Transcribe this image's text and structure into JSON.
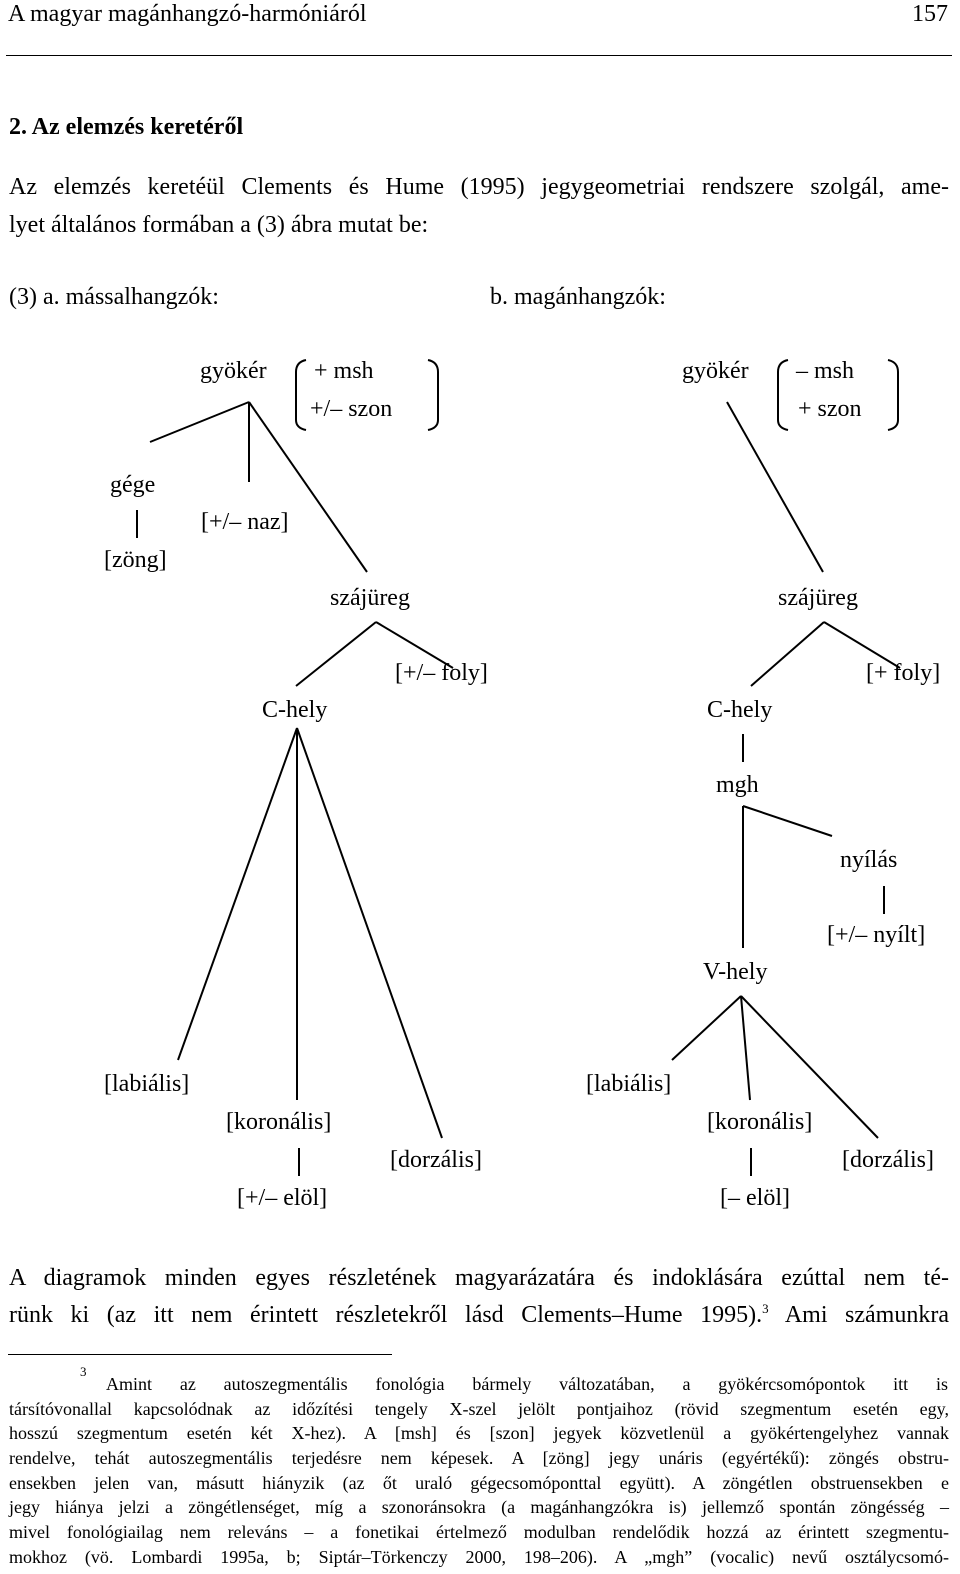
{
  "header": {
    "title": "A magyar magánhangzó-harmóniáról",
    "page_number": "157"
  },
  "section_title": "2. Az elemzés keretéről",
  "intro": {
    "line1": "Az elemzés keretéül Clements és Hume (1995) jegygeometriai rendszere szolgál, ame-",
    "line2": "lyet általános formában a (3) ábra mutat be:"
  },
  "figure": {
    "label_a": "(3) a. mássalhangzók:",
    "label_b": "b. magánhangzók:",
    "a": {
      "root": "gyökér",
      "feat1": "+ msh",
      "feat2": "+/– szon",
      "larynx": "gége",
      "voice": "[zöng]",
      "nasal": "[+/– naz]",
      "oral": "szájüreg",
      "cont": "[+/– foly]",
      "cplace": "C-hely",
      "labial": "[labiális]",
      "coronal": "[koronális]",
      "dorsal": "[dorzális]",
      "anterior": "[+/– elöl]"
    },
    "b": {
      "root": "gyökér",
      "feat1": "– msh",
      "feat2": "+ szon",
      "oral": "szájüreg",
      "cont": "[+ foly]",
      "cplace": "C-hely",
      "vocalic": "mgh",
      "aperture": "nyílás",
      "open": "[+/– nyílt]",
      "vplace": "V-hely",
      "labial": "[labiális]",
      "coronal": "[koronális]",
      "dorsal": "[dorzális]",
      "anterior": "[– elöl]"
    }
  },
  "para": {
    "line1": "A diagramok minden egyes részletének magyarázatára és indoklására ezúttal nem té-",
    "line2_a": "rünk ki (az itt nem érintett részletekről lásd Clements–Hume 1995).",
    "line2_sup": "3",
    "line2_b": " Ami számunkra"
  },
  "footnote": {
    "number": "3",
    "lines": [
      "Amint az autoszegmentális fonológia bármely változatában, a gyökércsomópontok itt is",
      "társítóvonallal kapcsolódnak az időzítési tengely X-szel jelölt pontjaihoz (rövid szegmentum esetén egy,",
      "hosszú szegmentum esetén két X-hez). A [msh] és [szon] jegyek közvetlenül a gyökértengelyhez vannak",
      "rendelve, tehát autoszegmentális terjedésre nem képesek. A [zöng] jegy unáris (egyértékű): zöngés obstru-",
      "ensekben jelen van, másutt hiányzik (az őt uraló gégecsomóponttal együtt). A zöngétlen obstruensekben e",
      "jegy hiánya jelzi a zöngétlenséget, míg a szonoránsokra (a magánhangzókra is) jellemző spontán zöngésség –",
      "mivel fonológiailag nem releváns – a fonetikai értelmező modulban rendelődik hozzá az érintett szegmentu-",
      "mokhoz (vö. Lombardi 1995a, b; Siptár–Törkenczy 2000, 198–206). A „mgh” (vocalic) nevű osztálycsomó-"
    ]
  }
}
